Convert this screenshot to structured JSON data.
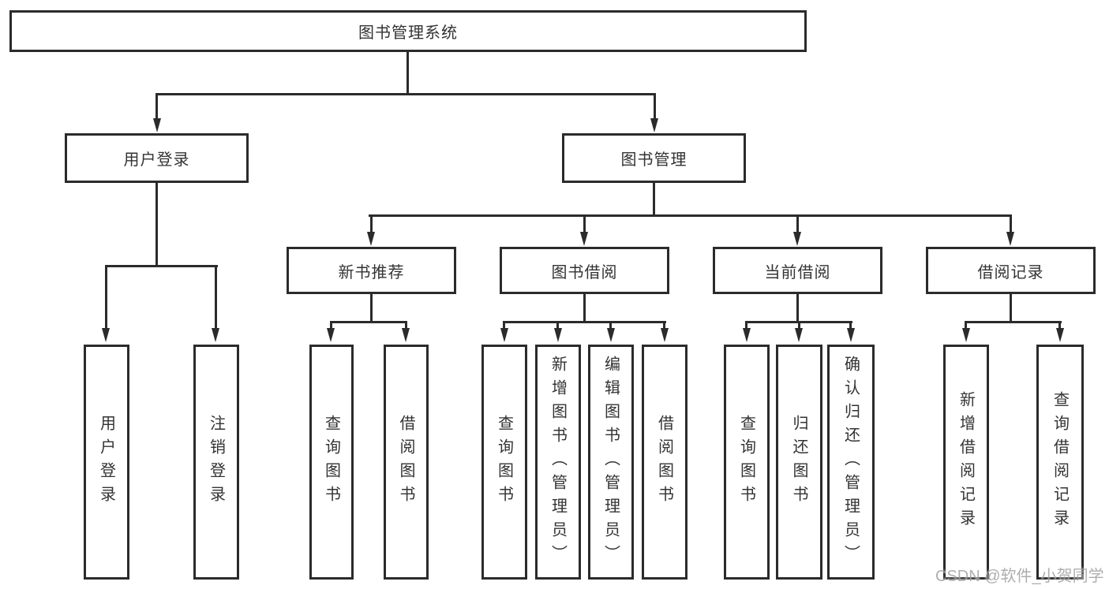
{
  "colors": {
    "line": "#2b2b2b",
    "text": "#333333",
    "watermark": "#a0a0a0"
  },
  "tree": {
    "root": {
      "label": "图书管理系统",
      "children": [
        {
          "label": "用户登录",
          "children": [
            {
              "label": "用户登录"
            },
            {
              "label": "注销登录"
            }
          ]
        },
        {
          "label": "图书管理",
          "children": [
            {
              "label": "新书推荐",
              "children": [
                {
                  "label": "查询图书"
                },
                {
                  "label": "借阅图书"
                }
              ]
            },
            {
              "label": "图书借阅",
              "children": [
                {
                  "label": "查询图书"
                },
                {
                  "label": "新增图书（管理员）"
                },
                {
                  "label": "编辑图书（管理员）"
                },
                {
                  "label": "借阅图书"
                }
              ]
            },
            {
              "label": "当前借阅",
              "children": [
                {
                  "label": "查询图书"
                },
                {
                  "label": "归还图书"
                },
                {
                  "label": "确认归还（管理员）"
                }
              ]
            },
            {
              "label": "借阅记录",
              "children": [
                {
                  "label": "新增借阅记录"
                },
                {
                  "label": "查询借阅记录"
                }
              ]
            }
          ]
        }
      ]
    }
  },
  "watermark": {
    "text": "CSDN @软件_小贺同学"
  }
}
